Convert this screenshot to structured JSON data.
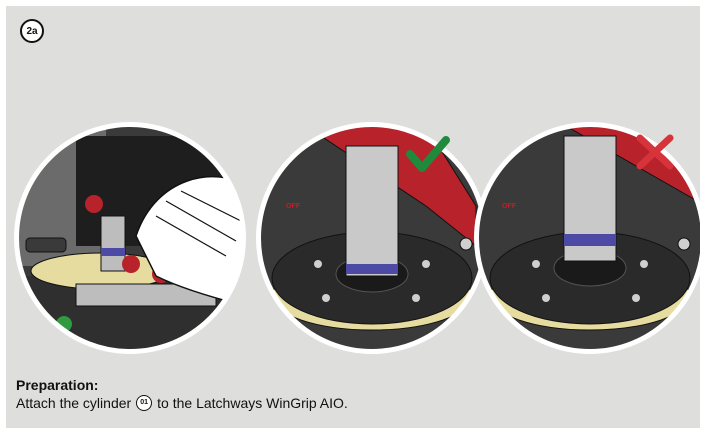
{
  "step": {
    "label": "2a"
  },
  "caption": {
    "heading": "Preparation:",
    "text_before": "Attach the cylinder",
    "part_number": "01",
    "text_after": "to the Latchways WinGrip AIO."
  },
  "illustrations": {
    "off_label": "OFF",
    "colors": {
      "panel": "#dededd",
      "red": "#b8222b",
      "dark": "#2a2a2a",
      "check": "#1f8a3b",
      "cross": "#d6343a",
      "blue_band": "#4d4aa6",
      "yellow_ring": "#e6dca0"
    }
  }
}
